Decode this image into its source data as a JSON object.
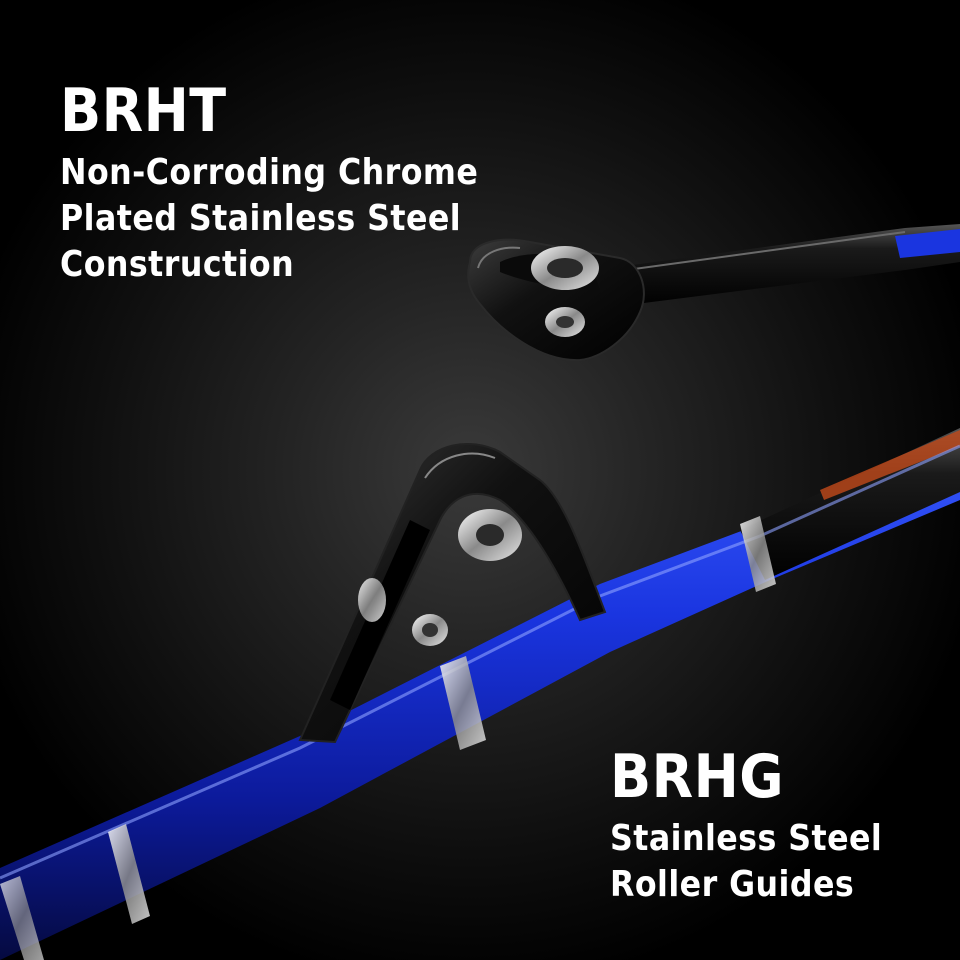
{
  "labels": {
    "brht": {
      "code": "BRHT",
      "description_lines": [
        "Non-Corroding Chrome",
        "Plated Stainless Steel",
        "Construction"
      ]
    },
    "brhg": {
      "code": "BRHG",
      "description_lines": [
        "Stainless Steel",
        "Roller Guides"
      ]
    }
  },
  "colors": {
    "rod_blue": "#1a2fd6",
    "rod_black": "#0a0a0a",
    "chrome": "#c9c9c9",
    "text": "#ffffff"
  }
}
